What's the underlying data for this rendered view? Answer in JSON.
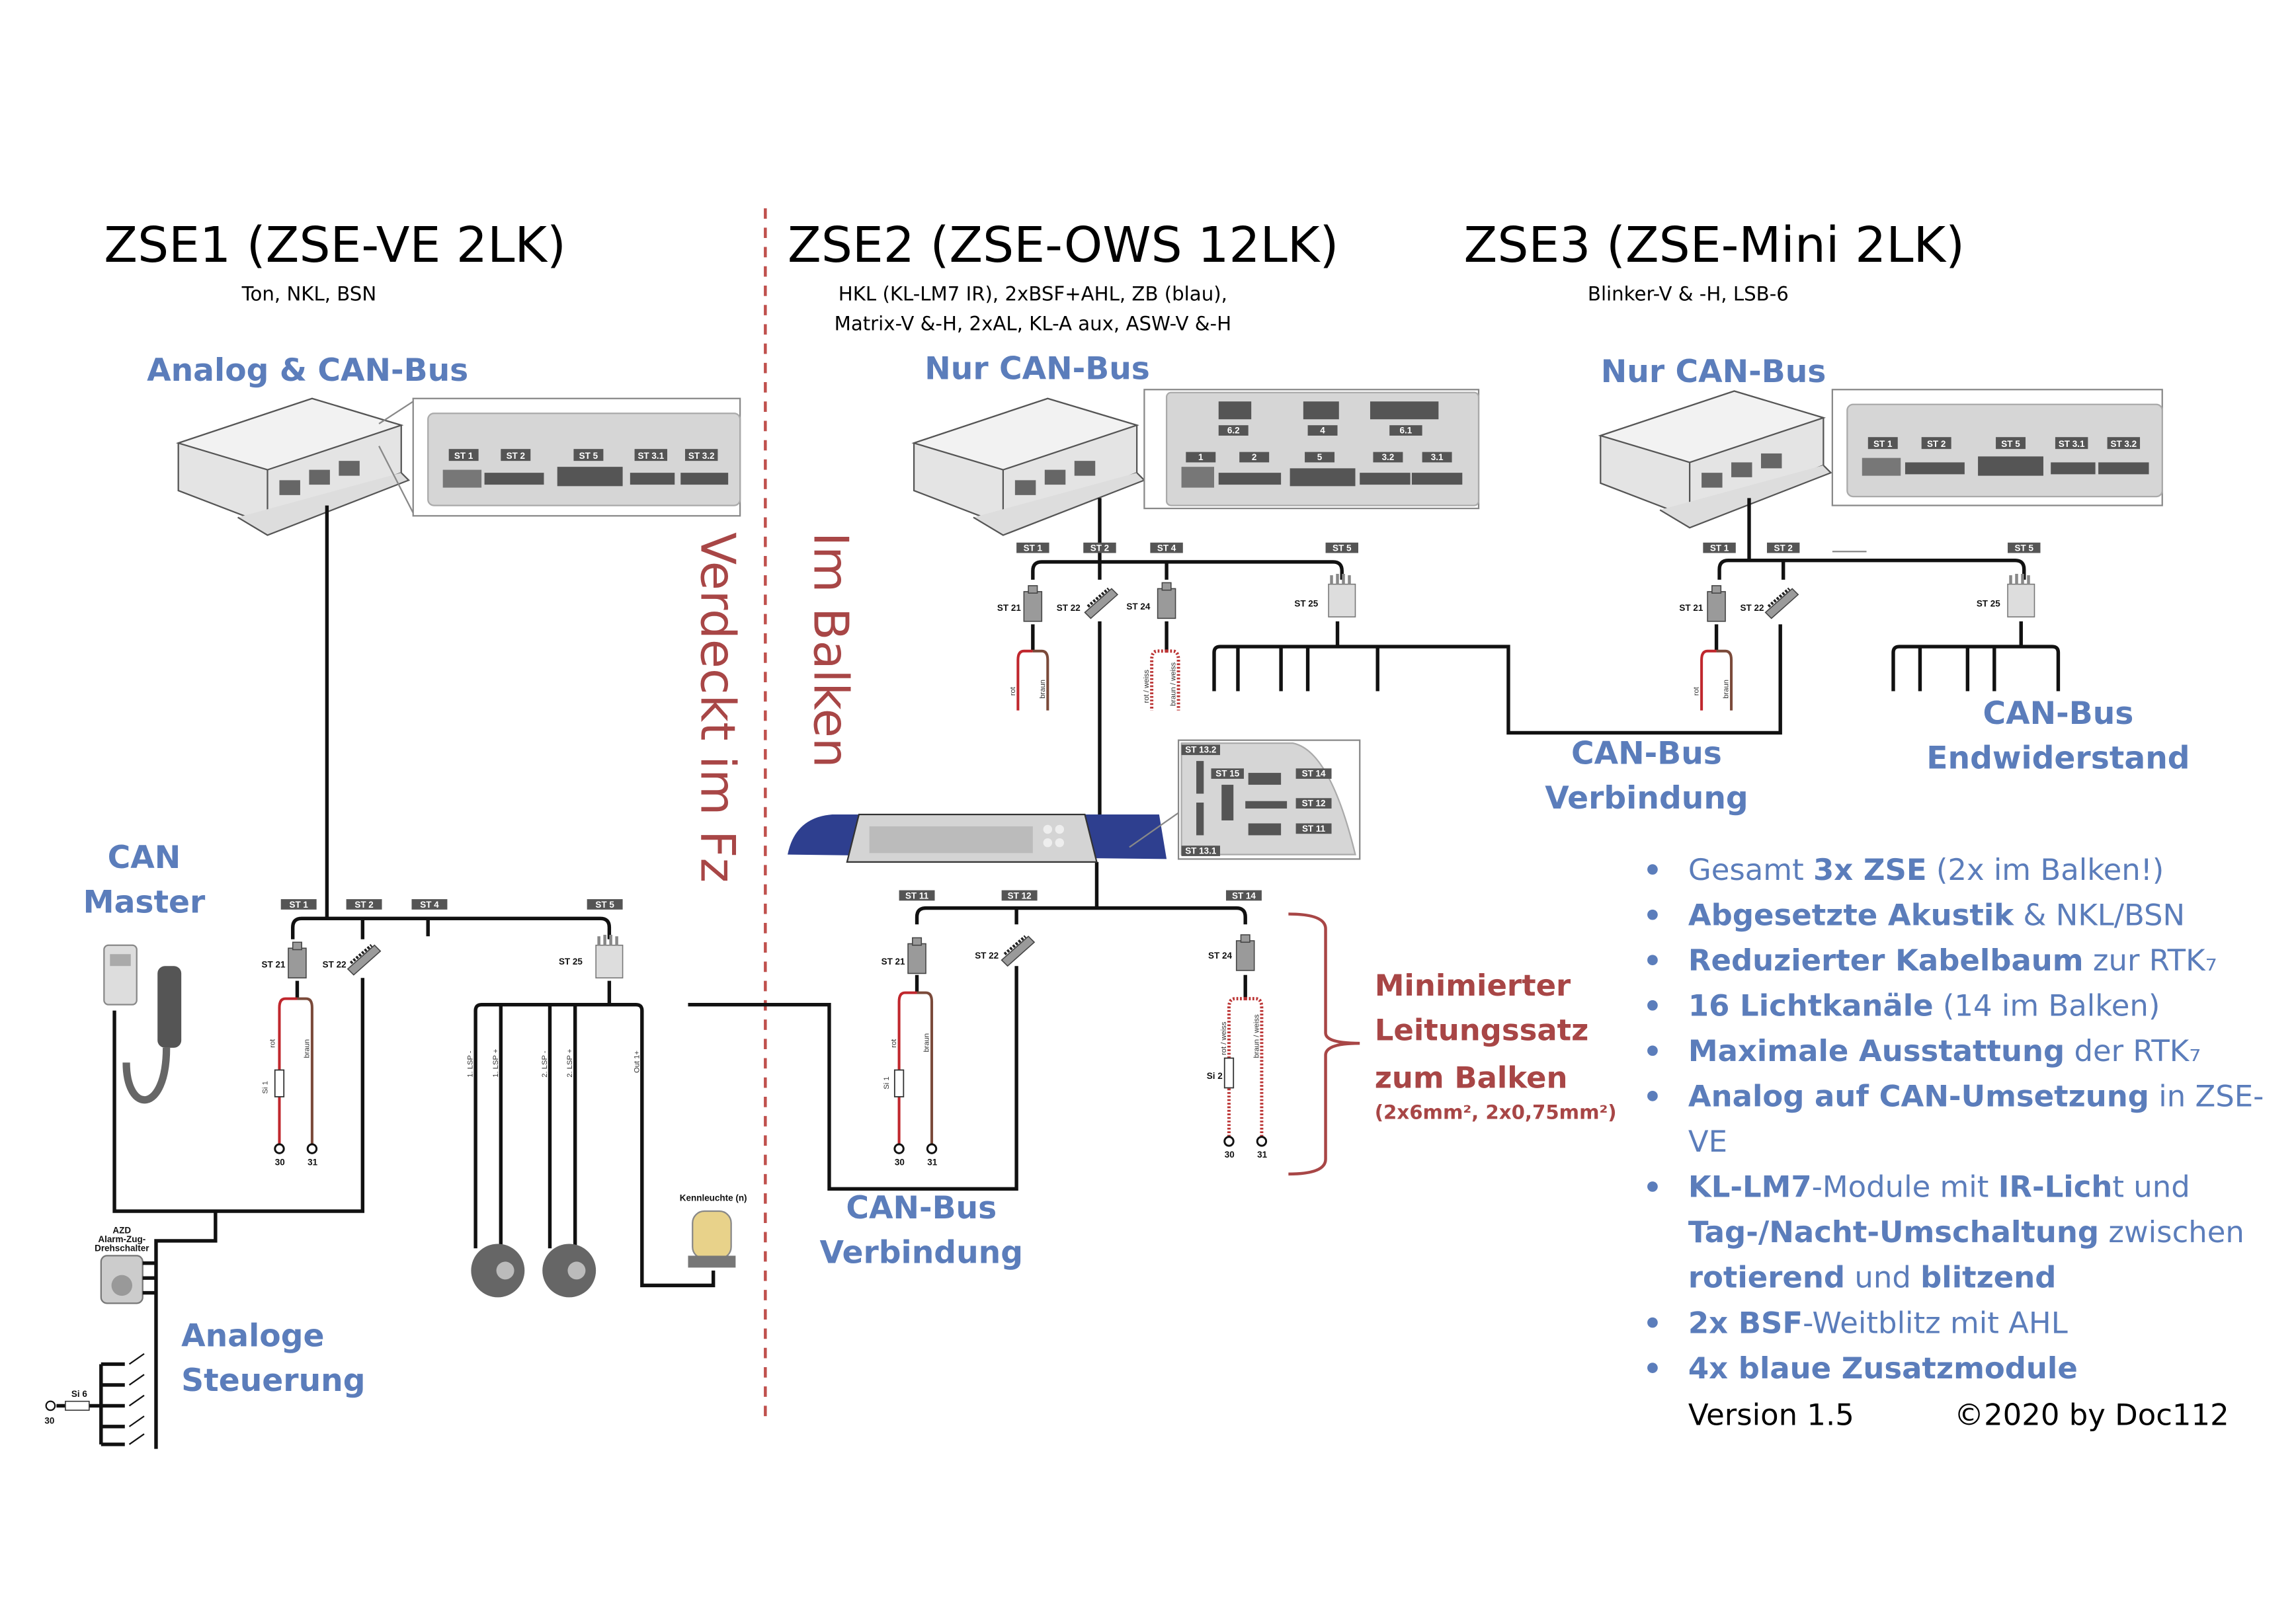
{
  "zse1": {
    "title": "ZSE1 (ZSE-VE 2LK)",
    "subtitle": "Ton, NKL, BSN",
    "bus_type": "Analog & CAN-Bus",
    "inset_labels": [
      "ST 1",
      "ST 2",
      "ST 5",
      "ST 3.1",
      "ST 3.2"
    ],
    "bus_labels": [
      "ST 1",
      "ST 2",
      "ST 4",
      "ST 5"
    ],
    "connectors": [
      "ST 21",
      "ST 22",
      "ST 25"
    ],
    "wire_labels": {
      "rot": "rot",
      "braun": "braun",
      "fuse": "Si 1",
      "t30": "30",
      "t31": "31"
    },
    "speaker_wires": [
      "1. LSP -",
      "1. LSP +",
      "2. LSP -",
      "2. LSP +",
      "Out 1+"
    ],
    "beacon": "Kennleuchte (n)",
    "azd": [
      "AZD",
      "Alarm-Zug-",
      "Drehschalter"
    ],
    "switch_fuse": "Si 6",
    "switch_terminal": "30"
  },
  "zse2": {
    "title": "ZSE2 (ZSE-OWS 12LK)",
    "subtitle_lines": [
      "HKL (KL-LM7 IR), 2xBSF+AHL, ZB (blau),",
      "Matrix-V &-H, 2xAL, KL-A aux, ASW-V &-H"
    ],
    "bus_type": "Nur CAN-Bus",
    "inset_labels_top": [
      "6.2",
      "4",
      "6.1"
    ],
    "inset_labels_bottom": [
      "1",
      "2",
      "5",
      "3.2",
      "3.1"
    ],
    "bus_labels": [
      "ST 1",
      "ST 2",
      "ST 4",
      "ST 5"
    ],
    "connectors": [
      "ST 21",
      "ST 22",
      "ST 24",
      "ST 25"
    ],
    "wire_labels": {
      "rot": "rot",
      "braun": "braun",
      "rot_weiss": "rot / weiss",
      "braun_weiss": "braun / weiss"
    },
    "lightbar_inset": [
      "ST 13.2",
      "ST 15",
      "ST 14",
      "ST 12",
      "ST 11",
      "ST 13.1"
    ],
    "lower_bus_labels": [
      "ST 11",
      "ST 12",
      "ST 14"
    ],
    "lower_connectors": [
      "ST 21",
      "ST 22",
      "ST 24"
    ],
    "lower_wire_labels": {
      "rot": "rot",
      "braun": "braun",
      "fuse1": "Si 1",
      "fuse2": "Si 2",
      "rot_weiss": "rot / weiss",
      "braun_weiss": "braun / weiss",
      "t30": "30",
      "t31": "31"
    }
  },
  "zse3": {
    "title": "ZSE3 (ZSE-Mini 2LK)",
    "subtitle": "Blinker-V & -H, LSB-6",
    "bus_type": "Nur CAN-Bus",
    "inset_labels": [
      "ST 1",
      "ST 2",
      "ST 5",
      "ST 3.1",
      "ST 3.2"
    ],
    "bus_labels": [
      "ST 1",
      "ST 2",
      "ST 5"
    ],
    "connectors": [
      "ST 21",
      "ST 22",
      "ST 25"
    ],
    "wire_labels": {
      "rot": "rot",
      "braun": "braun"
    }
  },
  "annotations": {
    "verdeckt": "Verdeckt im Fz",
    "im_balken": "Im Balken",
    "can_master": [
      "CAN",
      "Master"
    ],
    "analoge": [
      "Analoge",
      "Steuerung"
    ],
    "can_verbindung_1": [
      "CAN-Bus",
      "Verbindung"
    ],
    "can_verbindung_2": [
      "CAN-Bus",
      "Verbindung"
    ],
    "endwiderstand": [
      "CAN-Bus",
      "Endwiderstand"
    ],
    "leitungssatz": [
      "Minimierter",
      "Leitungssatz",
      "zum Balken"
    ],
    "leitungssatz_sub": "(2x6mm², 2x0,75mm²)"
  },
  "bullets": [
    [
      {
        "t": "Gesamt "
      },
      {
        "t": "3x ZSE",
        "b": true
      },
      {
        "t": " (2x im Balken!)"
      }
    ],
    [
      {
        "t": "Abgesetzte Akustik",
        "b": true
      },
      {
        "t": " & NKL/BSN"
      }
    ],
    [
      {
        "t": "Reduzierter Kabelbaum",
        "b": true
      },
      {
        "t": " zur RTK₇"
      }
    ],
    [
      {
        "t": "16 Lichtkanäle",
        "b": true
      },
      {
        "t": " (14 im Balken)"
      }
    ],
    [
      {
        "t": "Maximale Ausstattung",
        "b": true
      },
      {
        "t": " der RTK₇"
      }
    ],
    [
      {
        "t": "Analog auf CAN-Umsetzung",
        "b": true
      },
      {
        "t": " in ZSE-"
      },
      {
        "br": true
      },
      {
        "t": "VE"
      }
    ],
    [
      {
        "t": "KL-LM7",
        "b": true
      },
      {
        "t": "-Module mit "
      },
      {
        "t": "IR-Lich",
        "b": true
      },
      {
        "t": "t und"
      },
      {
        "br": true
      },
      {
        "t": "Tag-/Nacht-Umschaltung",
        "b": true
      },
      {
        "t": " zwischen"
      },
      {
        "br": true
      },
      {
        "t": "rotierend",
        "b": true
      },
      {
        "t": " und "
      },
      {
        "t": "blitzend",
        "b": true
      }
    ],
    [
      {
        "t": "2x BSF",
        "b": true
      },
      {
        "t": "-Weitblitz mit AHL"
      }
    ],
    [
      {
        "t": "4x blaue Zusatzmodule",
        "b": true
      }
    ]
  ],
  "footer": {
    "version": "Version 1.5",
    "copyright": "©2020 by Doc112"
  },
  "colors": {
    "blue": "#5b7dbb",
    "red": "#a84646",
    "lightbar": "#2e3f8f"
  }
}
